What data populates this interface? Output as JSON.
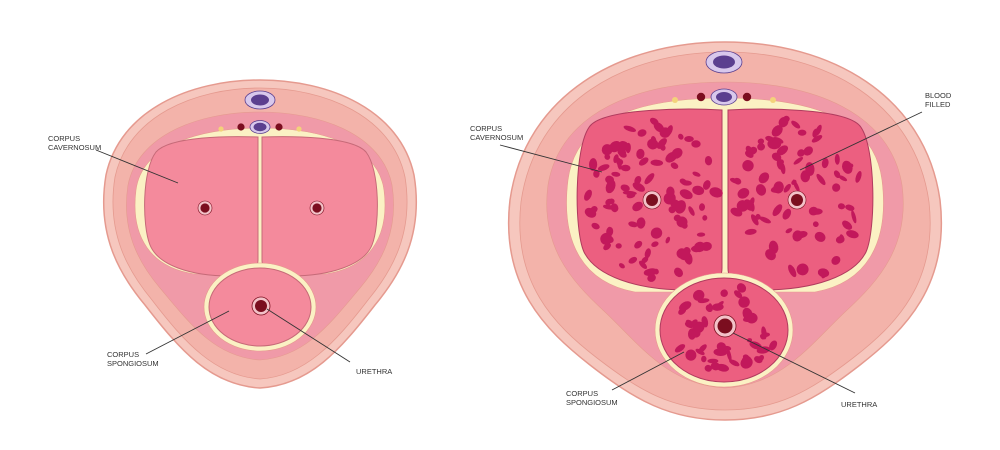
{
  "colors": {
    "skin_outer": "#f6c7be",
    "skin_edge": "#e59a8f",
    "skin_inner": "#f3b3aa",
    "fascia": "#f09aa8",
    "tunica": "#fbf1c4",
    "flaccid_tissue": "#f48a9c",
    "erect_tissue": "#ec5f80",
    "blood_space": "#c2185b",
    "artery": "#7b0e1f",
    "vein": "#5b3f8f",
    "vein_ring": "#d8c8ec",
    "nerve": "#f3d27a",
    "label_text": "#333333"
  },
  "icons": {
    "artery": "artery-dot",
    "vein": "dorsal-vein",
    "urethra": "urethra-ring",
    "blood_spaces": "blood-filled-space"
  },
  "labels": {
    "flaccid": {
      "cavernosum": [
        "CORPUS",
        "CAVERNOSUM"
      ],
      "spongiosum": [
        "CORPUS",
        "SPONGIOSUM"
      ],
      "urethra": [
        "URETHRA"
      ]
    },
    "erect": {
      "cavernosum": [
        "CORPUS",
        "CAVERNOSUM"
      ],
      "blood": [
        "BLOOD",
        "FILLED"
      ],
      "spongiosum": [
        "CORPUS",
        "SPONGIOSUM"
      ],
      "urethra": [
        "URETHRA"
      ]
    }
  }
}
